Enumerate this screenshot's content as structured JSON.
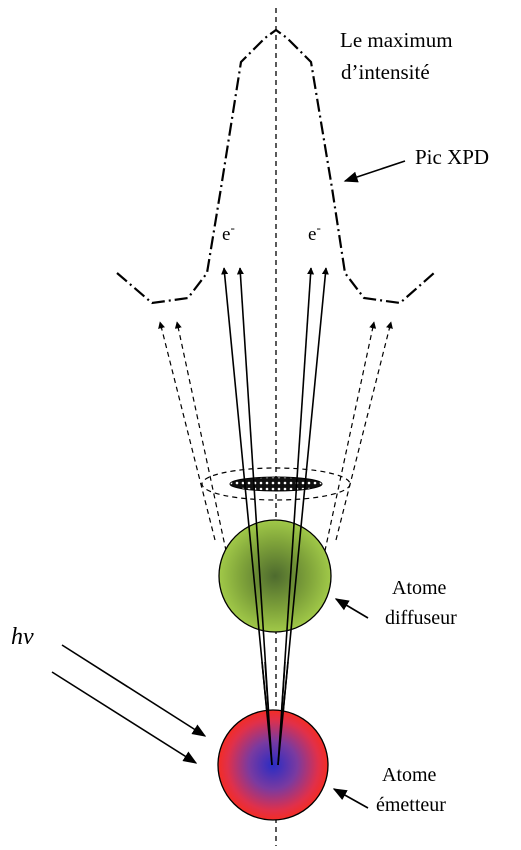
{
  "labels": {
    "max_line1": "Le maximum",
    "max_line2": "d’intensité",
    "peak": "Pic XPD",
    "electron_left": "e",
    "electron_left_sup": "-",
    "electron_right": "e",
    "electron_right_sup": "-",
    "scatterer_line1": "Atome",
    "scatterer_line2": "diffuseur",
    "emitter_line1": "Atome",
    "emitter_line2": "émetteur",
    "photon": "hν"
  },
  "colors": {
    "scatterer_center": "#4e6b2e",
    "scatterer_edge": "#a9d24c",
    "emitter_center": "#2a2cc4",
    "emitter_mid": "#b0306e",
    "emitter_edge": "#ff2a10",
    "ink": "#000000"
  }
}
